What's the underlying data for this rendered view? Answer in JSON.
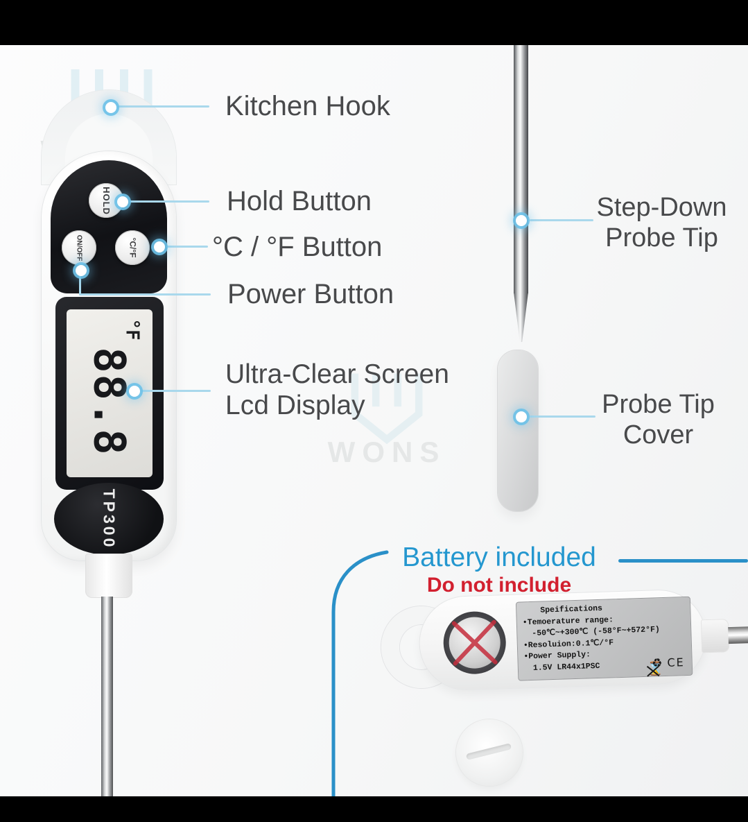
{
  "watermark": {
    "brand": "WONS"
  },
  "device": {
    "model": "TP300",
    "buttons": {
      "hold": "HOLD",
      "power": "ON/OFF",
      "unit_toggle": "°C/°F"
    },
    "lcd": {
      "value": "88.8",
      "unit": "°F"
    }
  },
  "callouts": {
    "kitchen_hook": "Kitchen Hook",
    "hold_button": "Hold Button",
    "cf_button": "°C / °F Button",
    "power_button": "Power Button",
    "lcd_line1": "Ultra-Clear Screen",
    "lcd_line2": "Lcd Display",
    "step_down_line1": "Step-Down",
    "step_down_line2": "Probe Tip",
    "cover_line1": "Probe Tip",
    "cover_line2": "Cover"
  },
  "battery": {
    "included_label": "Battery included",
    "not_included_label": "Do not include"
  },
  "specifications": {
    "title": "Speifications",
    "lines": [
      "•Temoerature range:",
      "-50℃~+300℃ (-58°F~+572°F)",
      "•Resoluion:0.1℃/°F",
      "•Power Supply:",
      "1.5V LR44x1PSC"
    ],
    "ce_mark": "CE"
  },
  "icons": {
    "weee_hourglass": "⌛",
    "recycle": "♻"
  },
  "colors": {
    "accent_blue": "#2a90c8",
    "battery_text_blue": "#2497cf",
    "warning_red": "#d2202f",
    "callout_line": "#a9d8ec"
  }
}
